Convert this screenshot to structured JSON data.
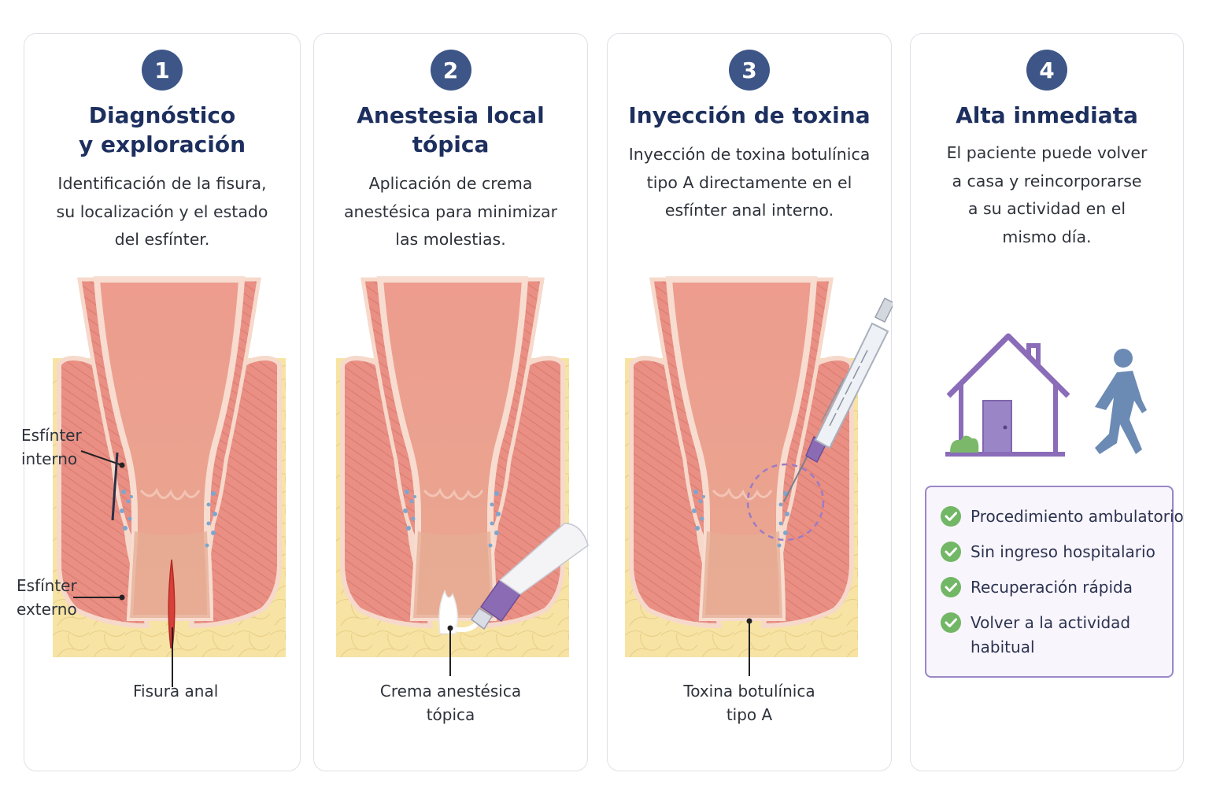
{
  "steps": [
    {
      "number": "1",
      "title": [
        "Diagnóstico",
        "y exploración"
      ],
      "description": [
        "Identificación de la fisura,",
        "su localización y el estado",
        "del esfínter."
      ],
      "labels": {
        "internal_sphincter": [
          "Esfínter",
          "interno"
        ],
        "external_sphincter": [
          "Esfínter",
          "externo"
        ],
        "fissure": [
          "Fisura anal"
        ]
      }
    },
    {
      "number": "2",
      "title": [
        "Anestesia local",
        "tópica"
      ],
      "description": [
        "Aplicación de crema",
        "anestésica para minimizar",
        "las molestias."
      ],
      "labels": {
        "cream": [
          "Crema anestésica",
          "tópica"
        ]
      }
    },
    {
      "number": "3",
      "title": [
        "Inyección de toxina"
      ],
      "description": [
        "Inyección de toxina botulínica",
        "tipo A directamente en el",
        "esfínter anal interno."
      ],
      "labels": {
        "toxin": [
          "Toxina botulínica",
          "tipo A"
        ]
      }
    },
    {
      "number": "4",
      "title": [
        "Alta inmediata"
      ],
      "description": [
        "El paciente puede volver",
        "a casa y reincorporarse",
        "a su actividad en el",
        "mismo día."
      ],
      "benefits": [
        [
          "Procedimiento ambulatorio"
        ],
        [
          "Sin ingreso hospitalario"
        ],
        [
          "Recuperación rápida"
        ],
        [
          "Volver a la actividad",
          "habitual"
        ]
      ]
    }
  ],
  "icons": {
    "house": "house-icon",
    "walking": "walking-person-icon",
    "check": "check-icon",
    "syringe": "syringe-icon",
    "cream_tube": "cream-tube-icon"
  },
  "colors": {
    "number_badge": "#3d5687",
    "title": "#1d2f5e",
    "tissue": "#e98c80",
    "fat": "#f6e3a2",
    "benefit_border": "#9a86c7",
    "check": "#72b766"
  }
}
